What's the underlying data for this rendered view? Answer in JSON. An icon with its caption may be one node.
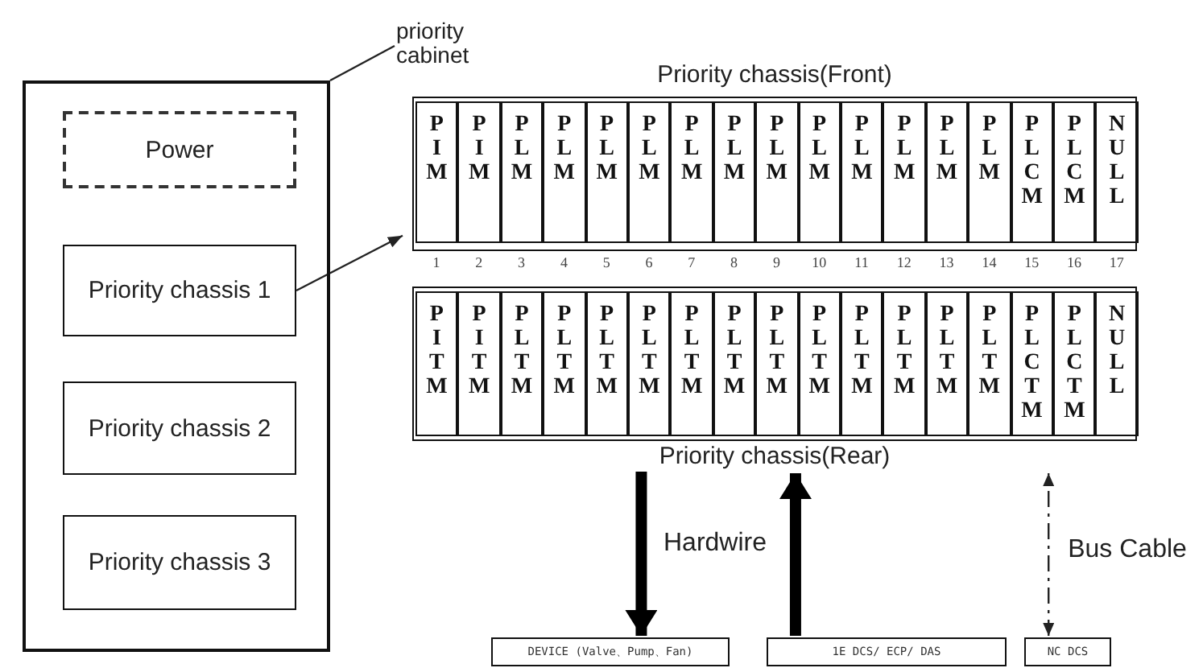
{
  "diagram": {
    "nodes": [
      {
        "text": [],
        "shape": "box"
      },
      {
        "text": [
          "Power"
        ],
        "in": 0
      },
      {
        "text": [
          "Priority chassis 1"
        ],
        "in": 0
      },
      {
        "text": [
          "Priority chassis 2"
        ],
        "in": 0
      },
      {
        "text": [
          "Priority chassis 3"
        ],
        "in": 0
      },
      {
        "text": [
          "priority cabinet"
        ]
      },
      {
        "text": [
          "Priority chassis(Front)"
        ]
      },
      {
        "text": [
          "P I M"
        ],
        "in": 6
      },
      {
        "text": [
          "P I M"
        ],
        "in": 6
      },
      {
        "text": [
          "P L M"
        ],
        "in": 6
      },
      {
        "text": [
          "P L M"
        ],
        "in": 6
      },
      {
        "text": [
          "P L M"
        ],
        "in": 6
      },
      {
        "text": [
          "P L M"
        ],
        "in": 6
      },
      {
        "text": [
          "P L M"
        ],
        "in": 6
      },
      {
        "text": [
          "P L M"
        ],
        "in": 6
      },
      {
        "text": [
          "P L M"
        ],
        "in": 6
      },
      {
        "text": [
          "P L M"
        ],
        "in": 6
      },
      {
        "text": [
          "P L M"
        ],
        "in": 6
      },
      {
        "text": [
          "P L M"
        ],
        "in": 6
      },
      {
        "text": [
          "P L M"
        ],
        "in": 6
      },
      {
        "text": [
          "P L M"
        ],
        "in": 6
      },
      {
        "text": [
          "P L C M"
        ],
        "in": 6
      },
      {
        "text": [
          "P L C M"
        ],
        "in": 6
      },
      {
        "text": [
          "N U L L"
        ],
        "in": 6
      },
      {
        "text": [
          "Priority chassis(Rear)"
        ]
      },
      {
        "text": [
          "P I T M"
        ],
        "in": 24
      },
      {
        "text": [
          "P I T M"
        ],
        "in": 24
      },
      {
        "text": [
          "P L T M"
        ],
        "in": 24
      },
      {
        "text": [
          "P L T M"
        ],
        "in": 24
      },
      {
        "text": [
          "P L T M"
        ],
        "in": 24
      },
      {
        "text": [
          "P L T M"
        ],
        "in": 24
      },
      {
        "text": [
          "P L T M"
        ],
        "in": 24
      },
      {
        "text": [
          "P L T M"
        ],
        "in": 24
      },
      {
        "text": [
          "P L T M"
        ],
        "in": 24
      },
      {
        "text": [
          "P L T M"
        ],
        "in": 24
      },
      {
        "text": [
          "P L T M"
        ],
        "in": 24
      },
      {
        "text": [
          "P L T M"
        ],
        "in": 24
      },
      {
        "text": [
          "P L T M"
        ],
        "in": 24
      },
      {
        "text": [
          "P L T M"
        ],
        "in": 24
      },
      {
        "text": [
          "P L C T M"
        ],
        "in": 24
      },
      {
        "text": [
          "P L C T M"
        ],
        "in": 24
      },
      {
        "text": [
          "N U L L"
        ],
        "in": 24
      },
      {
        "text": [
          "DEVICE (Valve、Pump、Fan)"
        ]
      },
      {
        "text": [
          "1E DCS/ ECP/ DAS"
        ]
      },
      {
        "text": [
          "NC DCS"
        ]
      }
    ],
    "edges": [
      {
        "from": 5,
        "to": 0,
        "arrow": "none"
      },
      {
        "from": 2,
        "to": 6,
        "arrow": "to"
      },
      {
        "from": 24,
        "to": 42,
        "arrow": "to",
        "style": "thick"
      },
      {
        "from": 43,
        "to": 24,
        "arrow": "to",
        "style": "thick"
      },
      {
        "from": 44,
        "to": 24,
        "arrow": "both",
        "style": "dashed",
        "label": "Bus Cable"
      }
    ],
    "labels": [
      "1",
      "2",
      "3",
      "4",
      "5",
      "6",
      "7",
      "8",
      "9",
      "10",
      "11",
      "12",
      "13",
      "14",
      "15",
      "16",
      "17",
      "Hardwire"
    ]
  }
}
